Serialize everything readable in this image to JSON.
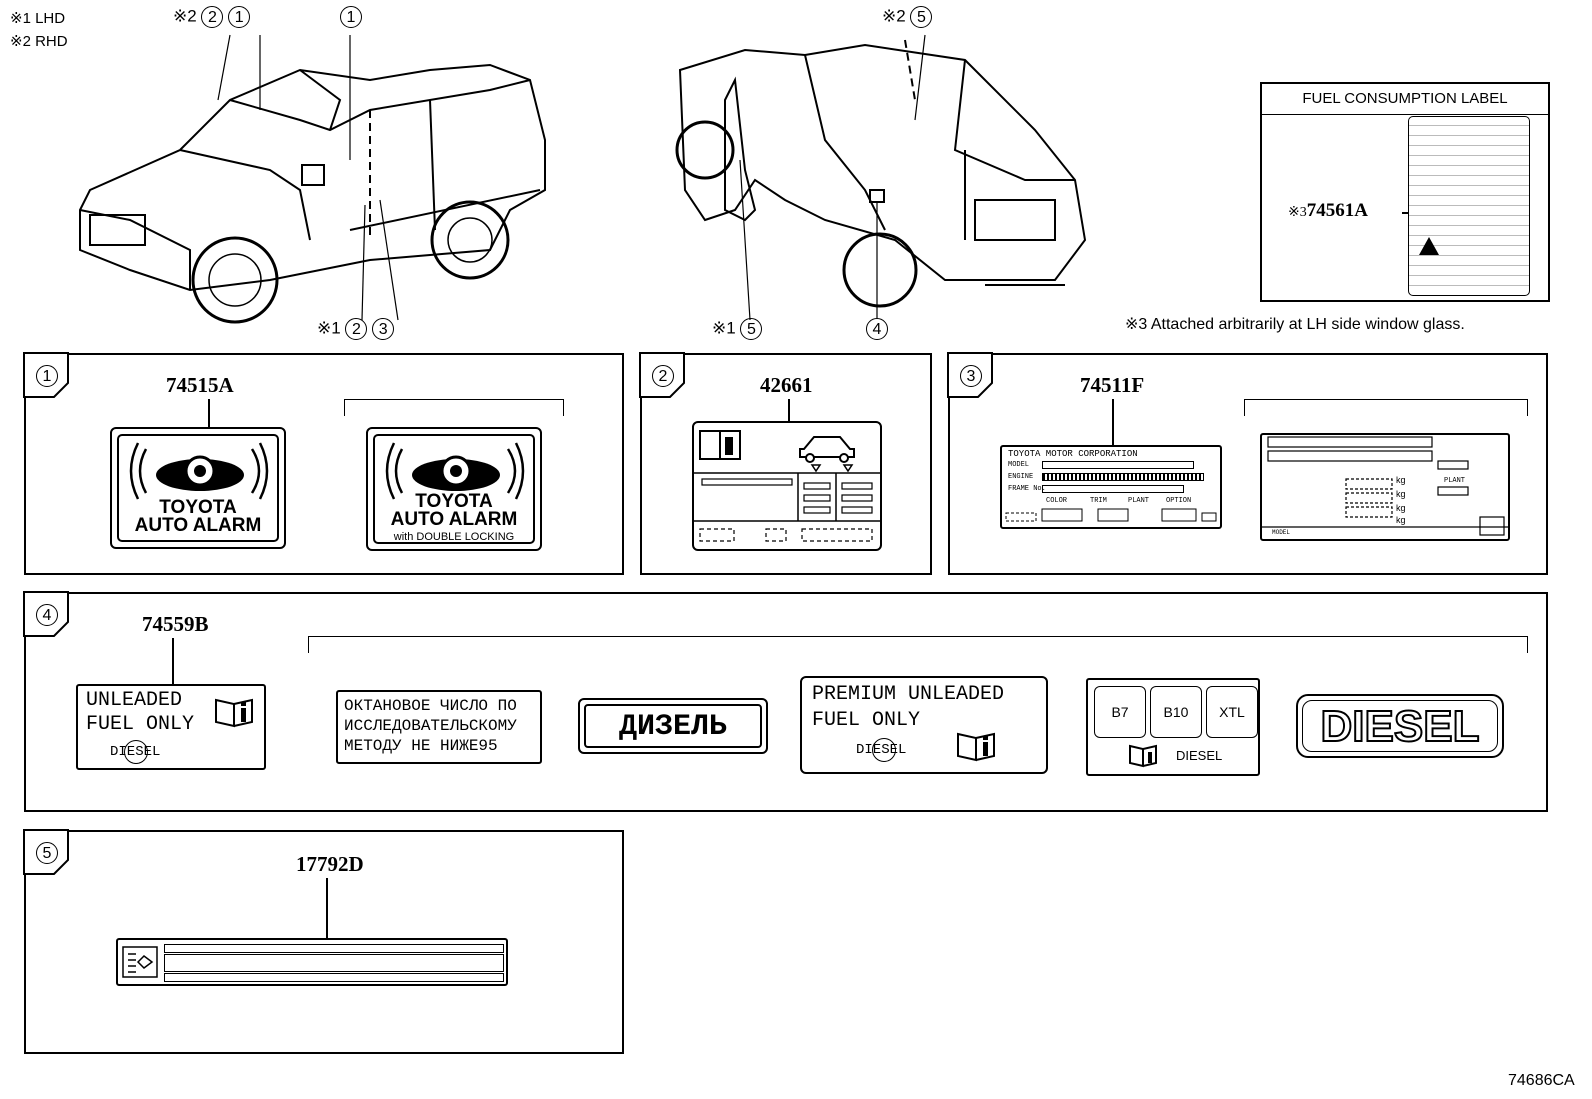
{
  "notes": {
    "lhd": "※1 LHD",
    "rhd": "※2 RHD",
    "attached": "※3  Attached arbitrarily at LH side window glass."
  },
  "callouts": {
    "front_top": "※2",
    "front_bottom": "※1",
    "rear_top": "※2",
    "rear_bottom": "※1",
    "fuel_label_prefix": "※3"
  },
  "circled": {
    "c1": "1",
    "c2": "2",
    "c3": "3",
    "c4": "4",
    "c5": "5"
  },
  "fuel_consumption": {
    "title": "FUEL CONSUMPTION LABEL",
    "part": "74561A"
  },
  "section1": {
    "index": "1",
    "part": "74515A",
    "alarm1": {
      "line1": "TOYOTA",
      "line2": "AUTO ALARM"
    },
    "alarm2": {
      "line1": "TOYOTA",
      "line2": "AUTO ALARM",
      "line3": "with DOUBLE LOCKING"
    }
  },
  "section2": {
    "index": "2",
    "part": "42661"
  },
  "section3": {
    "index": "3",
    "part": "74511F",
    "plate": {
      "maker": "TOYOTA MOTOR CORPORATION",
      "model": "MODEL",
      "engine": "ENGINE",
      "frame": "FRAME No.",
      "color": "COLOR",
      "trim": "TRIM",
      "plant": "PLANT",
      "option": "OPTION"
    },
    "plate2": {
      "kg": "kg",
      "plant": "PLANT",
      "model": "MODEL"
    }
  },
  "section4": {
    "index": "4",
    "part": "74559B",
    "unleaded": {
      "line1": "UNLEADED",
      "line2": "FUEL ONLY",
      "diesel": "DIESEL"
    },
    "russian": {
      "line1": "ОКТАНОВОЕ ЧИСЛО ПО",
      "line2": "ИССЛЕДОВАТЕЛЬСКОМУ",
      "line3": "МЕТОДУ НЕ НИЖЕ95"
    },
    "dizel": "ДИЗЕЛЬ",
    "premium": {
      "line1": "PREMIUM  UNLEADED",
      "line2": "FUEL  ONLY",
      "diesel": "DIESEL"
    },
    "grades": {
      "b7": "B7",
      "b10": "B10",
      "xtl": "XTL",
      "diesel": "DIESEL"
    },
    "diesel_big": "DIESEL"
  },
  "section5": {
    "index": "5",
    "part": "17792D"
  },
  "figure_id": "74686CA"
}
